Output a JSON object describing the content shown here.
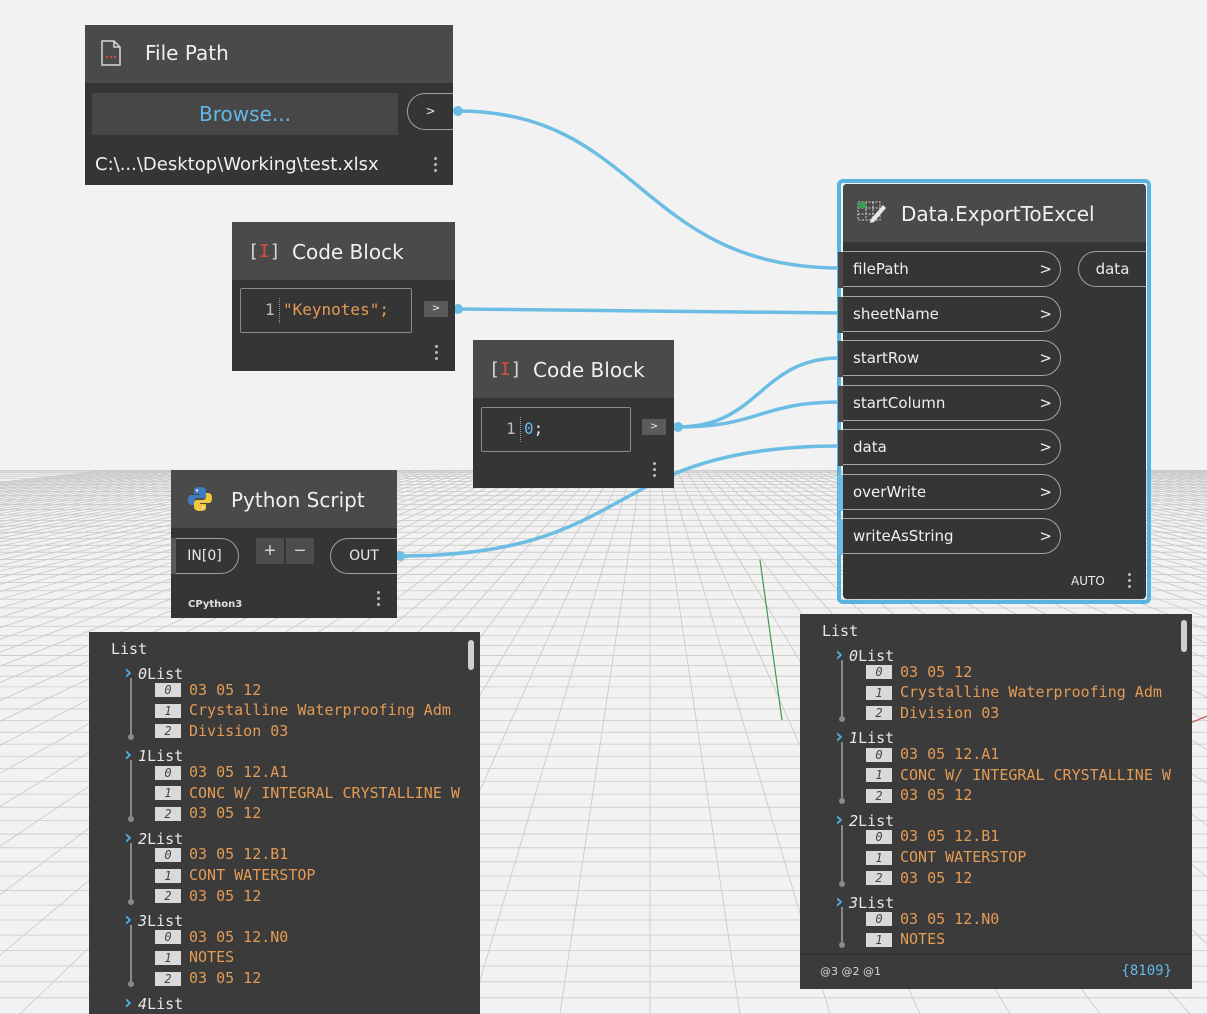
{
  "nodes": {
    "file_path": {
      "title": "File Path",
      "browse_label": "Browse...",
      "output_label": ">",
      "path_value": "C:\\...\\Desktop\\Working\\test.xlsx"
    },
    "code_block_1": {
      "title": "Code Block",
      "line_number": "1",
      "code": "\"Keynotes\";",
      "output_label": ">"
    },
    "code_block_2": {
      "title": "Code Block",
      "line_number": "1",
      "code_value": "0",
      "code_end": ";",
      "output_label": ">"
    },
    "python_script": {
      "title": "Python Script",
      "input_label": "IN[0]",
      "add_label": "+",
      "remove_label": "−",
      "output_label": "OUT",
      "engine": "CPython3"
    },
    "export_to_excel": {
      "title": "Data.ExportToExcel",
      "inputs": [
        "filePath",
        "sheetName",
        "startRow",
        "startColumn",
        "data",
        "overWrite",
        "writeAsString"
      ],
      "input_chevron": ">",
      "output": "data",
      "lacing": "AUTO"
    }
  },
  "watch_left": {
    "root": "List",
    "lines": [
      {
        "kind": "list",
        "idx": "0",
        "label": "List"
      },
      {
        "kind": "item",
        "idx": "0",
        "value": "03 05 12"
      },
      {
        "kind": "item",
        "idx": "1",
        "value": "Crystalline Waterproofing Adm"
      },
      {
        "kind": "item",
        "idx": "2",
        "value": "Division 03"
      },
      {
        "kind": "list",
        "idx": "1",
        "label": "List"
      },
      {
        "kind": "item",
        "idx": "0",
        "value": "03 05 12.A1"
      },
      {
        "kind": "item",
        "idx": "1",
        "value": "CONC W/ INTEGRAL CRYSTALLINE W"
      },
      {
        "kind": "item",
        "idx": "2",
        "value": "03 05 12"
      },
      {
        "kind": "list",
        "idx": "2",
        "label": "List"
      },
      {
        "kind": "item",
        "idx": "0",
        "value": "03 05 12.B1"
      },
      {
        "kind": "item",
        "idx": "1",
        "value": "CONT WATERSTOP"
      },
      {
        "kind": "item",
        "idx": "2",
        "value": "03 05 12"
      },
      {
        "kind": "list",
        "idx": "3",
        "label": "List"
      },
      {
        "kind": "item",
        "idx": "0",
        "value": "03 05 12.N0"
      },
      {
        "kind": "item",
        "idx": "1",
        "value": "NOTES"
      },
      {
        "kind": "item",
        "idx": "2",
        "value": "03 05 12"
      },
      {
        "kind": "list",
        "idx": "4",
        "label": "List"
      }
    ]
  },
  "watch_right": {
    "root": "List",
    "lines": [
      {
        "kind": "list",
        "idx": "0",
        "label": "List"
      },
      {
        "kind": "item",
        "idx": "0",
        "value": "03 05 12"
      },
      {
        "kind": "item",
        "idx": "1",
        "value": "Crystalline Waterproofing Adm"
      },
      {
        "kind": "item",
        "idx": "2",
        "value": "Division 03"
      },
      {
        "kind": "list",
        "idx": "1",
        "label": "List"
      },
      {
        "kind": "item",
        "idx": "0",
        "value": "03 05 12.A1"
      },
      {
        "kind": "item",
        "idx": "1",
        "value": "CONC W/ INTEGRAL CRYSTALLINE W"
      },
      {
        "kind": "item",
        "idx": "2",
        "value": "03 05 12"
      },
      {
        "kind": "list",
        "idx": "2",
        "label": "List"
      },
      {
        "kind": "item",
        "idx": "0",
        "value": "03 05 12.B1"
      },
      {
        "kind": "item",
        "idx": "1",
        "value": "CONT WATERSTOP"
      },
      {
        "kind": "item",
        "idx": "2",
        "value": "03 05 12"
      },
      {
        "kind": "list",
        "idx": "3",
        "label": "List"
      },
      {
        "kind": "item",
        "idx": "0",
        "value": "03 05 12.N0"
      },
      {
        "kind": "item",
        "idx": "1",
        "value": "NOTES"
      }
    ],
    "levels": "@3 @2 @1",
    "count": "{8109}"
  },
  "colors": {
    "wire": "#6bbde3",
    "selection": "#5ab4e0",
    "string_value": "#e39b55",
    "number_value": "#62b8ea"
  }
}
